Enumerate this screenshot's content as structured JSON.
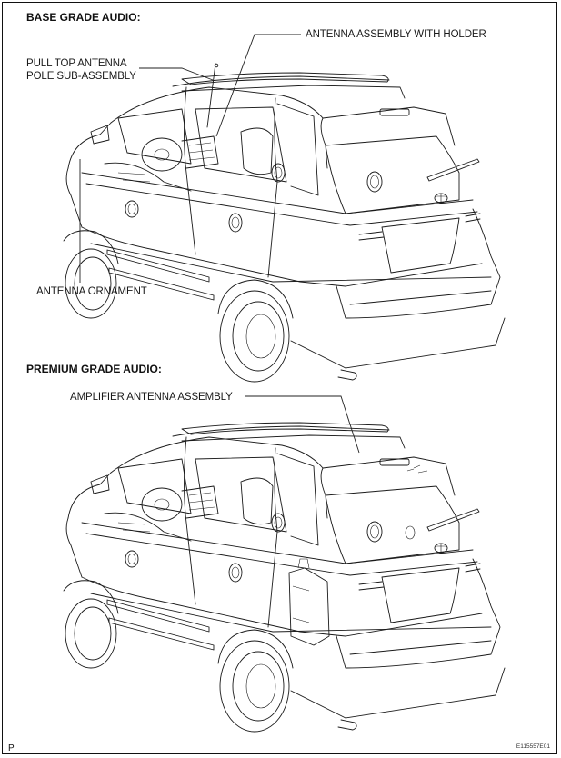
{
  "figure": {
    "code": "E115557E01",
    "page_marker": "P",
    "sections": [
      {
        "heading": "BASE GRADE AUDIO:",
        "callouts": [
          {
            "id": "antenna-assembly-with-holder",
            "text": "ANTENNA ASSEMBLY WITH HOLDER"
          },
          {
            "id": "pull-top-antenna-pole",
            "line1": "PULL TOP ANTENNA",
            "line2": "POLE SUB-ASSEMBLY"
          },
          {
            "id": "antenna-ornament",
            "text": "ANTENNA ORNAMENT"
          }
        ]
      },
      {
        "heading": "PREMIUM GRADE AUDIO:",
        "callouts": [
          {
            "id": "amplifier-antenna-assembly",
            "text": "AMPLIFIER ANTENNA ASSEMBLY"
          }
        ]
      }
    ]
  }
}
